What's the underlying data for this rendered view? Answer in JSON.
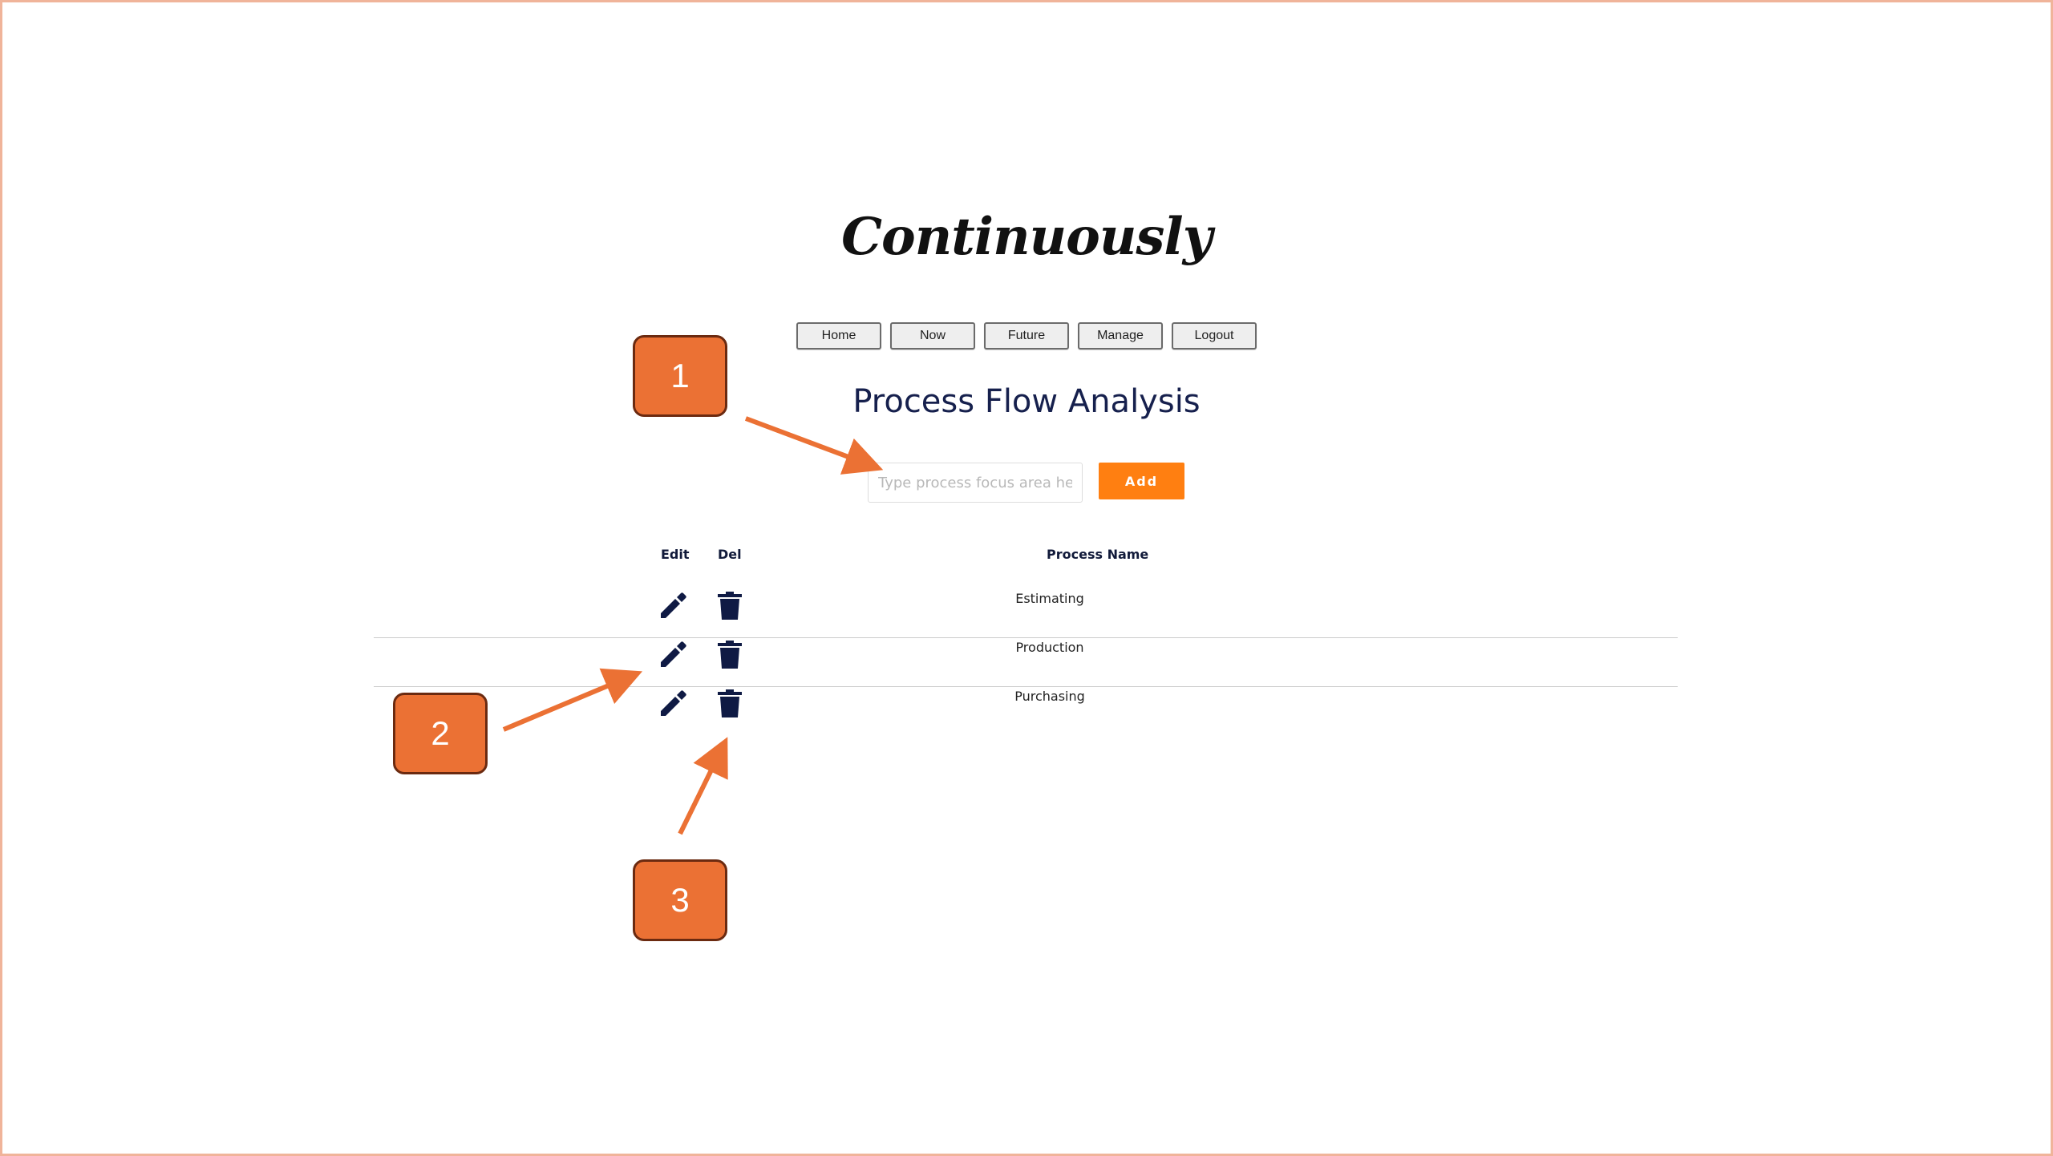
{
  "app": {
    "logo_text": "Continuously"
  },
  "nav": {
    "items": [
      {
        "label": "Home"
      },
      {
        "label": "Now"
      },
      {
        "label": "Future"
      },
      {
        "label": "Manage"
      },
      {
        "label": "Logout"
      }
    ]
  },
  "page": {
    "title": "Process Flow Analysis"
  },
  "add_form": {
    "input_value": "",
    "input_placeholder": "Type process focus area here..",
    "add_label": "Add"
  },
  "table": {
    "headers": {
      "edit": "Edit",
      "del": "Del",
      "name": "Process Name"
    },
    "rows": [
      {
        "name": "Estimating"
      },
      {
        "name": "Production"
      },
      {
        "name": "Purchasing"
      }
    ]
  },
  "callouts": [
    "1",
    "2",
    "3"
  ],
  "colors": {
    "accent": "#ff7f11",
    "callout": "#eb7134",
    "title": "#16204d",
    "icon": "#0f1a44"
  },
  "icons": {
    "edit": "pencil-icon",
    "delete": "trash-icon"
  }
}
